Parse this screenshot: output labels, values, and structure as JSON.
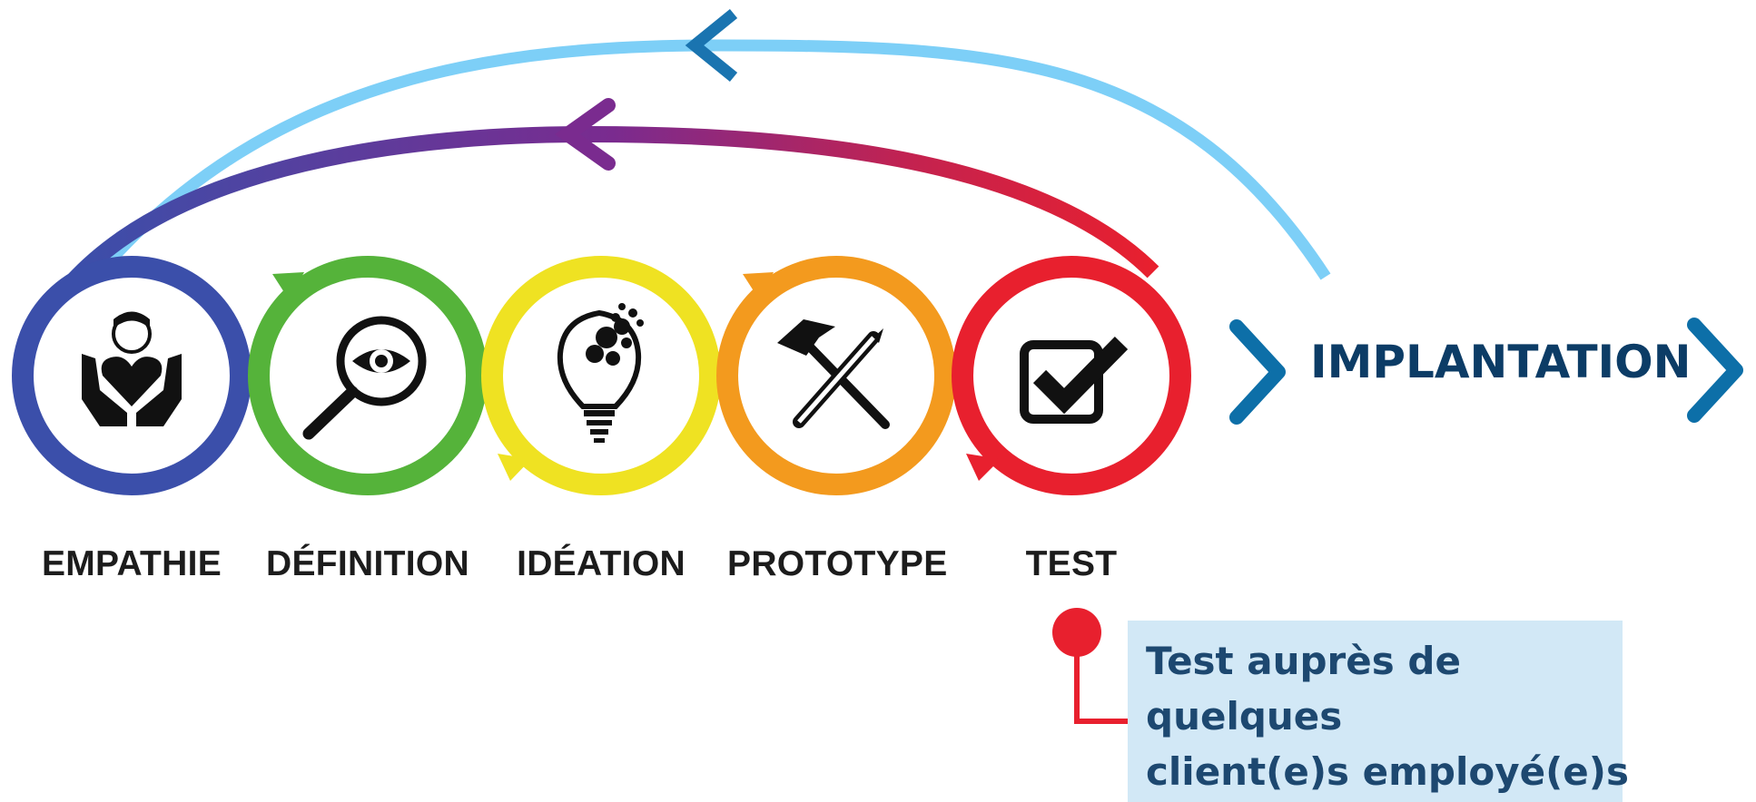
{
  "stages": [
    {
      "label": "EMPATHIE",
      "icon": "hands-heart-person-icon",
      "color": "#3b4faa"
    },
    {
      "label": "DÉFINITION",
      "icon": "magnifier-eye-icon",
      "color": "#55b33a"
    },
    {
      "label": "IDÉATION",
      "icon": "lightbulb-icon",
      "color": "#efe222"
    },
    {
      "label": "PROTOTYPE",
      "icon": "hammer-pencil-icon",
      "color": "#f39a1e"
    },
    {
      "label": "TEST",
      "icon": "checkbox-icon",
      "color": "#e8202e"
    }
  ],
  "implementation": {
    "label": "IMPLANTATION",
    "chevron_color": "#0d6fa8"
  },
  "loops": {
    "inner_loop_colors": [
      "#e8202e",
      "#7a2b8f",
      "#3b4faa"
    ],
    "outer_loop_color": "#7dcff7"
  },
  "note": {
    "lines": [
      "Test auprès de",
      "quelques",
      "client(e)s employé(e)s"
    ],
    "marker_color": "#e8202e",
    "background": "#d2e8f6"
  }
}
